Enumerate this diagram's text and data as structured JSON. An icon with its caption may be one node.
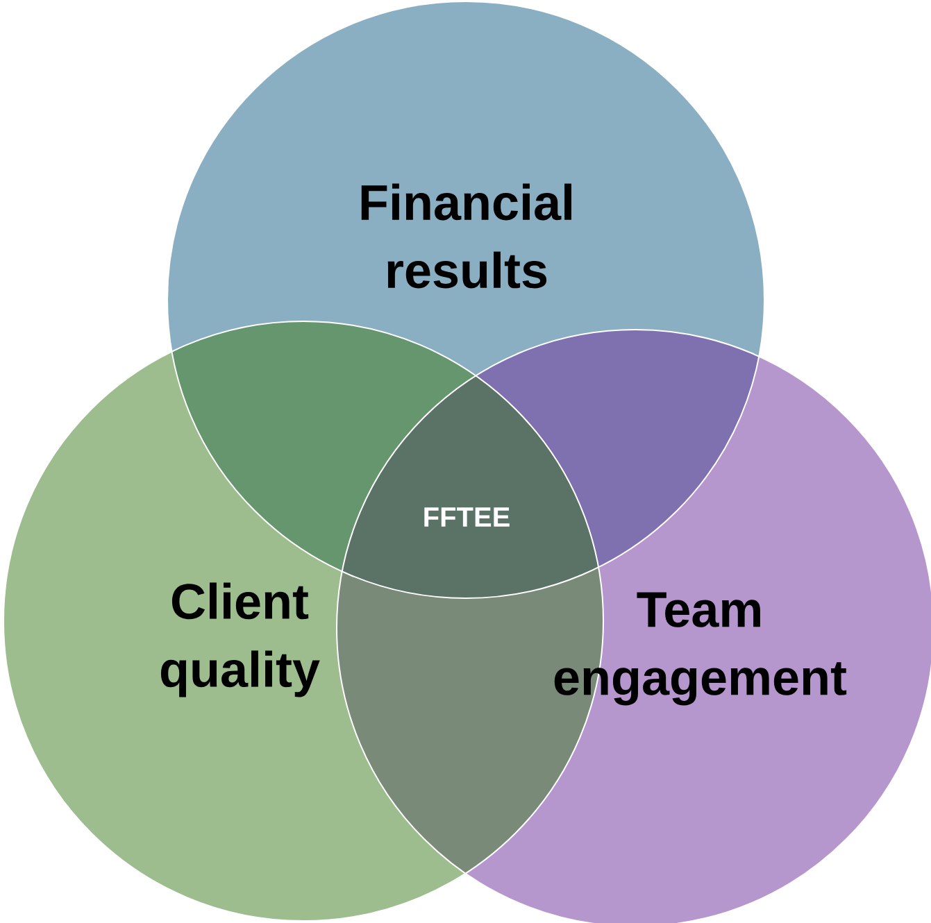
{
  "diagram": {
    "nodes": [
      {
        "text": [
          "Financial results"
        ]
      },
      {
        "text": [
          "Client quality"
        ]
      },
      {
        "text": [
          "Team engagement"
        ]
      }
    ],
    "labels": [
      "FFTEE"
    ]
  }
}
